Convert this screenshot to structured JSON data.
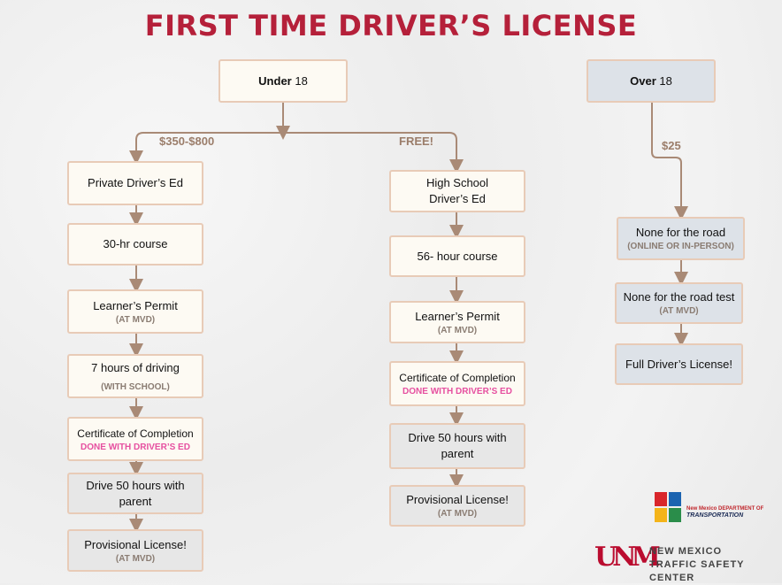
{
  "title": "FIRST TIME DRIVER’S LICENSE",
  "under": {
    "prefix": "Under",
    "age": "18"
  },
  "over": {
    "prefix": "Over",
    "age": "18"
  },
  "costs": {
    "private": "$350-$800",
    "hs": "FREE!",
    "over": "$25"
  },
  "private_path": [
    {
      "text": "Private Driver’s Ed"
    },
    {
      "text": "30-hr course"
    },
    {
      "text": "Learner’s Permit",
      "sub": "(AT MVD)"
    },
    {
      "text": "7 hours of driving",
      "sub": "(WITH SCHOOL)"
    },
    {
      "text": "Certificate of Completion",
      "sub": "DONE WITH DRIVER’S ED"
    },
    {
      "text": "Drive 50 hours with parent"
    },
    {
      "text": "Provisional License!",
      "sub": "(AT MVD)"
    }
  ],
  "hs_path": [
    {
      "text": "High School Driver’s Ed"
    },
    {
      "text": "56- hour course"
    },
    {
      "text": "Learner’s Permit",
      "sub": "(AT MVD)"
    },
    {
      "text": "Certificate of Completion",
      "sub": "DONE WITH DRIVER’S ED"
    },
    {
      "text": "Drive 50 hours with parent"
    },
    {
      "text": "Provisional License!",
      "sub": "(AT MVD)"
    }
  ],
  "over_path": [
    {
      "text": "None for the road",
      "sub": "(ONLINE OR IN-PERSON)"
    },
    {
      "text": "None for the road test",
      "sub": "(AT MVD)"
    },
    {
      "text": "Full Driver’s License!"
    }
  ],
  "logos": {
    "nmdot_line1": "New Mexico DEPARTMENT OF",
    "nmdot_line2": "TRANSPORTATION",
    "unm_mark": "UNM",
    "tsc_line1": "NEW MEXICO",
    "tsc_line2": "TRAFFIC SAFETY CENTER"
  },
  "colors": {
    "title": "#b5203a",
    "connector": "#a98a76",
    "box_border": "#e8cbb7",
    "box_cream": "#fdfaf3",
    "box_gray": "#e7e7e7",
    "box_blue": "#dde2e8",
    "pink_note": "#e64fa0"
  }
}
